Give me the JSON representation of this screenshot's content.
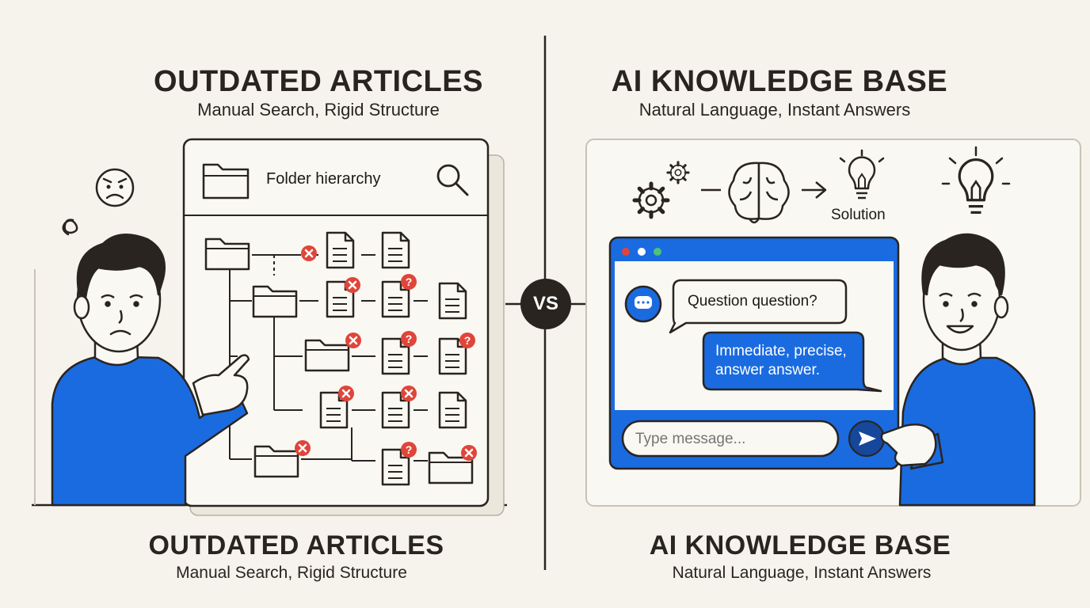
{
  "left": {
    "title": "OUTDATED ARTICLES",
    "subtitle": "Manual Search, Rigid Structure",
    "folder_label": "Folder hierarchy",
    "bottom_title": "OUTDATED ARTICLES",
    "bottom_subtitle": "Manual Search, Rigid Structure"
  },
  "vs_label": "VS",
  "right": {
    "title": "AI KNOWLEDGE BASE",
    "subtitle": "Natural Language, Instant Answers",
    "solution_label": "Solution",
    "chat": {
      "question": "Question question?",
      "answer_line1": "Immediate, precise,",
      "answer_line2": "answer answer.",
      "input_placeholder": "Type message..."
    },
    "bottom_title": "AI KNOWLEDGE BASE",
    "bottom_subtitle": "Natural Language, Instant Answers"
  },
  "colors": {
    "accent_blue": "#1a6be0",
    "error_red": "#e0453a",
    "ink": "#2a2420",
    "background": "#f6f3ec"
  },
  "icons": [
    "frustrated-face-icon",
    "folder-icon",
    "search-icon",
    "document-icon",
    "error-x-icon",
    "question-mark-icon",
    "gear-icon",
    "brain-icon",
    "lightbulb-icon",
    "chat-avatar-icon",
    "send-icon"
  ]
}
